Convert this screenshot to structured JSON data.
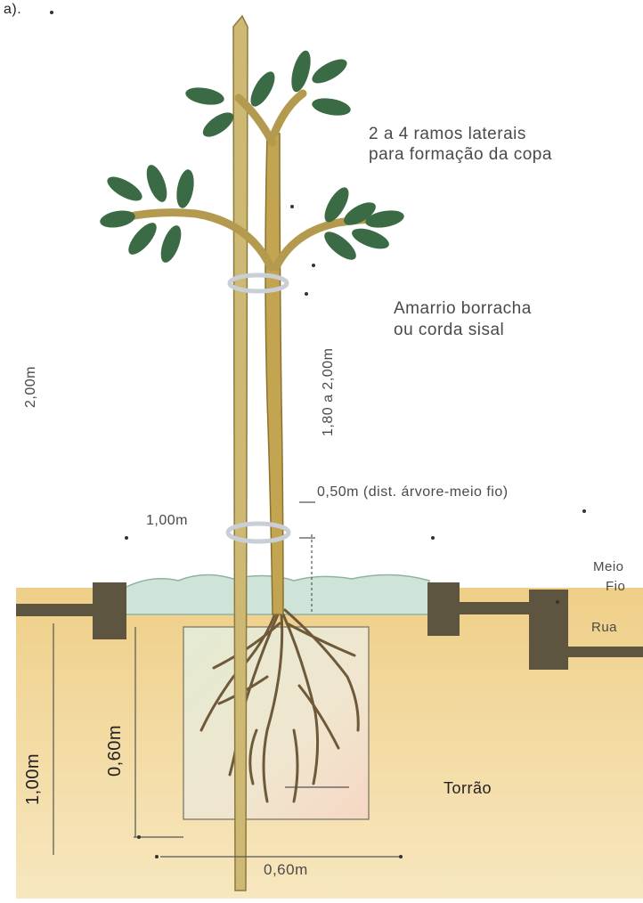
{
  "corner_label": "a).",
  "labels": {
    "branches_line1": "2 a 4 ramos laterais",
    "branches_line2": "para formação da copa",
    "tie_line1": "Amarrio borracha",
    "tie_line2": "ou corda sisal",
    "height_stake": "2,00m",
    "height_plant": "1,80 a 2,00m",
    "dist_curb": "0,50m (dist. árvore-meio fio)",
    "one_meter_top": "1,00m",
    "curb_line1": "Meio",
    "curb_line2": "Fio",
    "street": "Rua",
    "depth_hole": "0,60m",
    "depth_total": "1,00m",
    "root_ball": "Torrão",
    "width_hole": "0,60m"
  },
  "colors": {
    "soil_dark": "#e8c37a",
    "soil_light": "#f5e3b3",
    "grass": "#b9dcd2",
    "curb": "#5e5540",
    "stake": "#c9b56c",
    "trunk": "#c2a451",
    "leaf": "#3a6b45",
    "root": "#6e5a3a"
  }
}
